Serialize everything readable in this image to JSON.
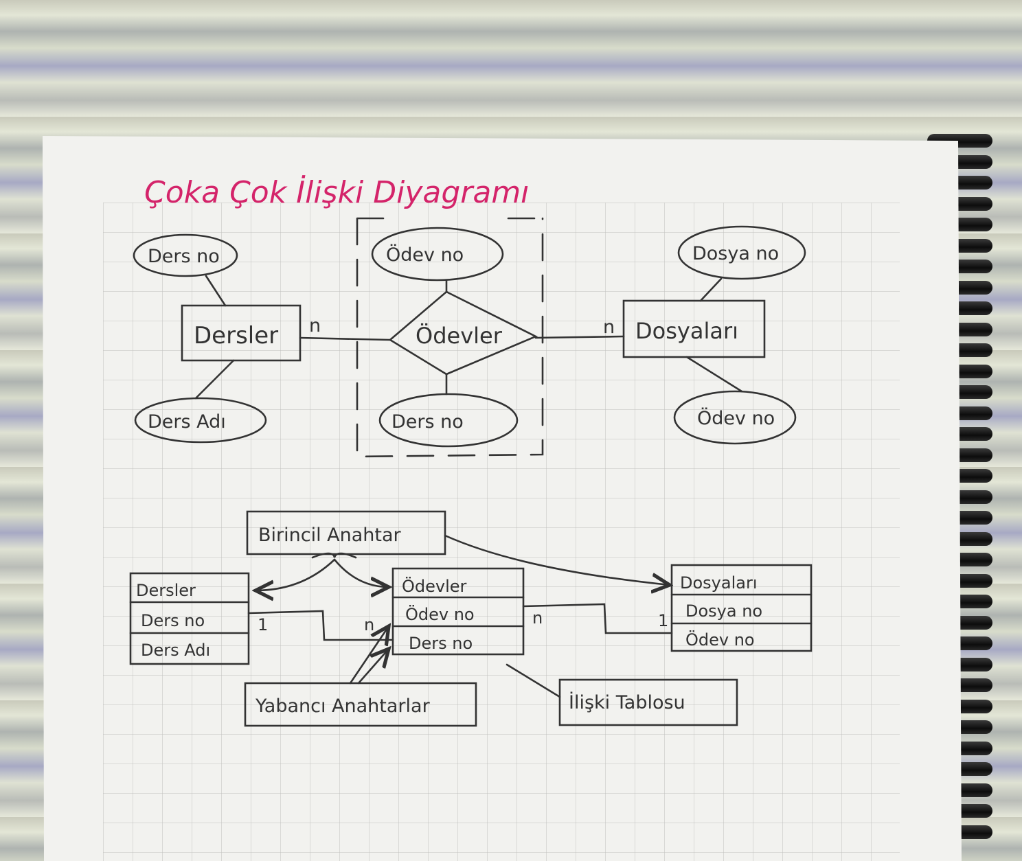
{
  "title": "Çoka Çok İlişki Diyagramı",
  "top_diagram": {
    "entities": [
      {
        "id": "dersler",
        "label": "Dersler"
      },
      {
        "id": "dosyalari",
        "label": "Dosyaları"
      }
    ],
    "relationship": {
      "label": "Ödevler"
    },
    "attributes": {
      "dersler_top": "Ders no",
      "dersler_bottom": "Ders Adı",
      "odevler_top": "Ödev no",
      "odevler_bottom": "Ders no",
      "dosyalari_top": "Dosya no",
      "dosyalari_bottom": "Ödev no"
    },
    "cardinality": {
      "left": "n",
      "right": "n"
    }
  },
  "bottom_diagram": {
    "primary_key_label": "Birincil Anahtar",
    "foreign_keys_label": "Yabancı Anahtarlar",
    "relation_table_label": "İlişki Tablosu",
    "tables": [
      {
        "name": "Dersler",
        "rows": [
          "Ders no",
          "Ders Adı"
        ]
      },
      {
        "name": "Ödevler",
        "rows": [
          "Ödev no",
          "Ders no"
        ]
      },
      {
        "name": "Dosyaları",
        "rows": [
          "Dosya no",
          "Ödev no"
        ]
      }
    ],
    "cardinality": {
      "dersler": "1",
      "odevler_left": "n",
      "odevler_right": "n",
      "dosyalari": "1"
    }
  }
}
